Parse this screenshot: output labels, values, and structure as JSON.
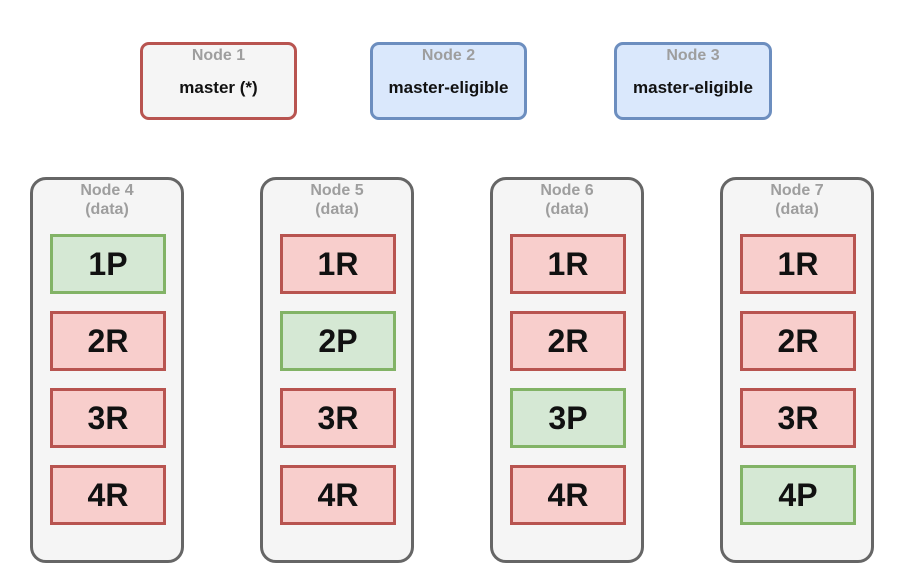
{
  "master_nodes": [
    {
      "name": "Node 1",
      "role": "master (*)",
      "elected": true
    },
    {
      "name": "Node 2",
      "role": "master-eligible",
      "elected": false
    },
    {
      "name": "Node 3",
      "role": "master-eligible",
      "elected": false
    }
  ],
  "data_nodes": [
    {
      "name": "Node 4",
      "type": "(data)",
      "shards": [
        {
          "label": "1P",
          "primary": true
        },
        {
          "label": "2R",
          "primary": false
        },
        {
          "label": "3R",
          "primary": false
        },
        {
          "label": "4R",
          "primary": false
        }
      ]
    },
    {
      "name": "Node 5",
      "type": "(data)",
      "shards": [
        {
          "label": "1R",
          "primary": false
        },
        {
          "label": "2P",
          "primary": true
        },
        {
          "label": "3R",
          "primary": false
        },
        {
          "label": "4R",
          "primary": false
        }
      ]
    },
    {
      "name": "Node 6",
      "type": "(data)",
      "shards": [
        {
          "label": "1R",
          "primary": false
        },
        {
          "label": "2R",
          "primary": false
        },
        {
          "label": "3P",
          "primary": true
        },
        {
          "label": "4R",
          "primary": false
        }
      ]
    },
    {
      "name": "Node 7",
      "type": "(data)",
      "shards": [
        {
          "label": "1R",
          "primary": false
        },
        {
          "label": "2R",
          "primary": false
        },
        {
          "label": "3R",
          "primary": false
        },
        {
          "label": "4P",
          "primary": true
        }
      ]
    }
  ],
  "colors": {
    "master_border": "#b85450",
    "master_fill": "#f5f5f5",
    "eligible_border": "#6c8ebf",
    "eligible_fill": "#dae8fc",
    "primary_border": "#82b366",
    "primary_fill": "#d5e8d4",
    "replica_border": "#b85450",
    "replica_fill": "#f8cecc",
    "data_node_border": "#666666",
    "data_node_fill": "#f5f5f5"
  }
}
